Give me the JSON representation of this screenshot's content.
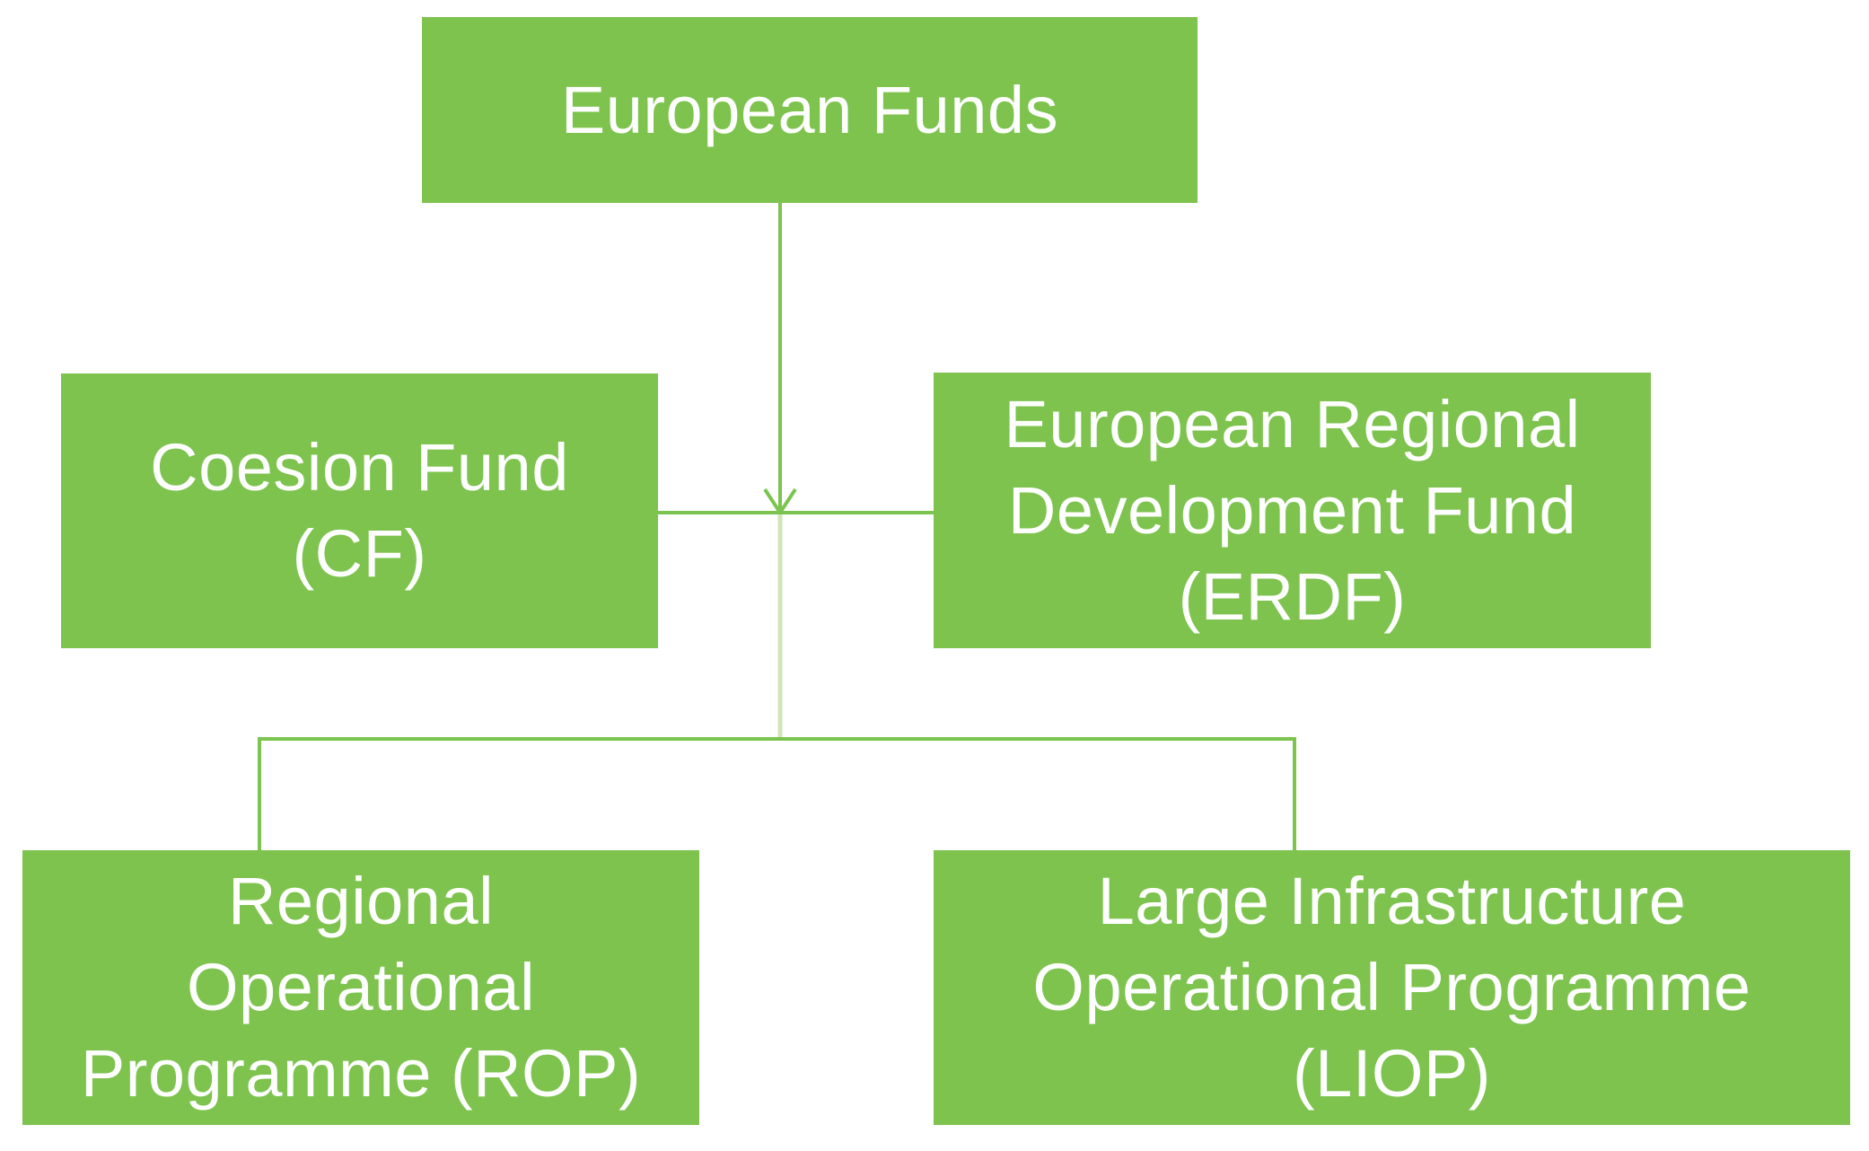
{
  "diagram": {
    "type": "flowchart",
    "colors": {
      "background": "#ffffff",
      "box_fill": "#7dc34e",
      "connector": "#7cc450",
      "connector_faded": "#d0e6b7",
      "text": "#ffffff"
    },
    "nodes": [
      {
        "id": "european-funds",
        "lines": [
          "European Funds"
        ]
      },
      {
        "id": "cf",
        "lines": [
          "Coesion Fund",
          "(CF)"
        ]
      },
      {
        "id": "erdf",
        "lines": [
          "European Regional",
          "Development Fund",
          "(ERDF)"
        ]
      },
      {
        "id": "rop",
        "lines": [
          "Regional",
          "Operational",
          "Programme (ROP)"
        ]
      },
      {
        "id": "liop",
        "lines": [
          "Large Infrastructure",
          "Operational Programme",
          "(LIOP)"
        ]
      }
    ],
    "edges": [
      {
        "from": "european-funds",
        "to": "cf-erdf-junction",
        "style": "arrow-down"
      },
      {
        "from": "cf",
        "to": "erdf",
        "style": "horizontal"
      },
      {
        "from": "junction",
        "to": "rop",
        "style": "elbow"
      },
      {
        "from": "junction",
        "to": "liop",
        "style": "elbow"
      }
    ]
  }
}
